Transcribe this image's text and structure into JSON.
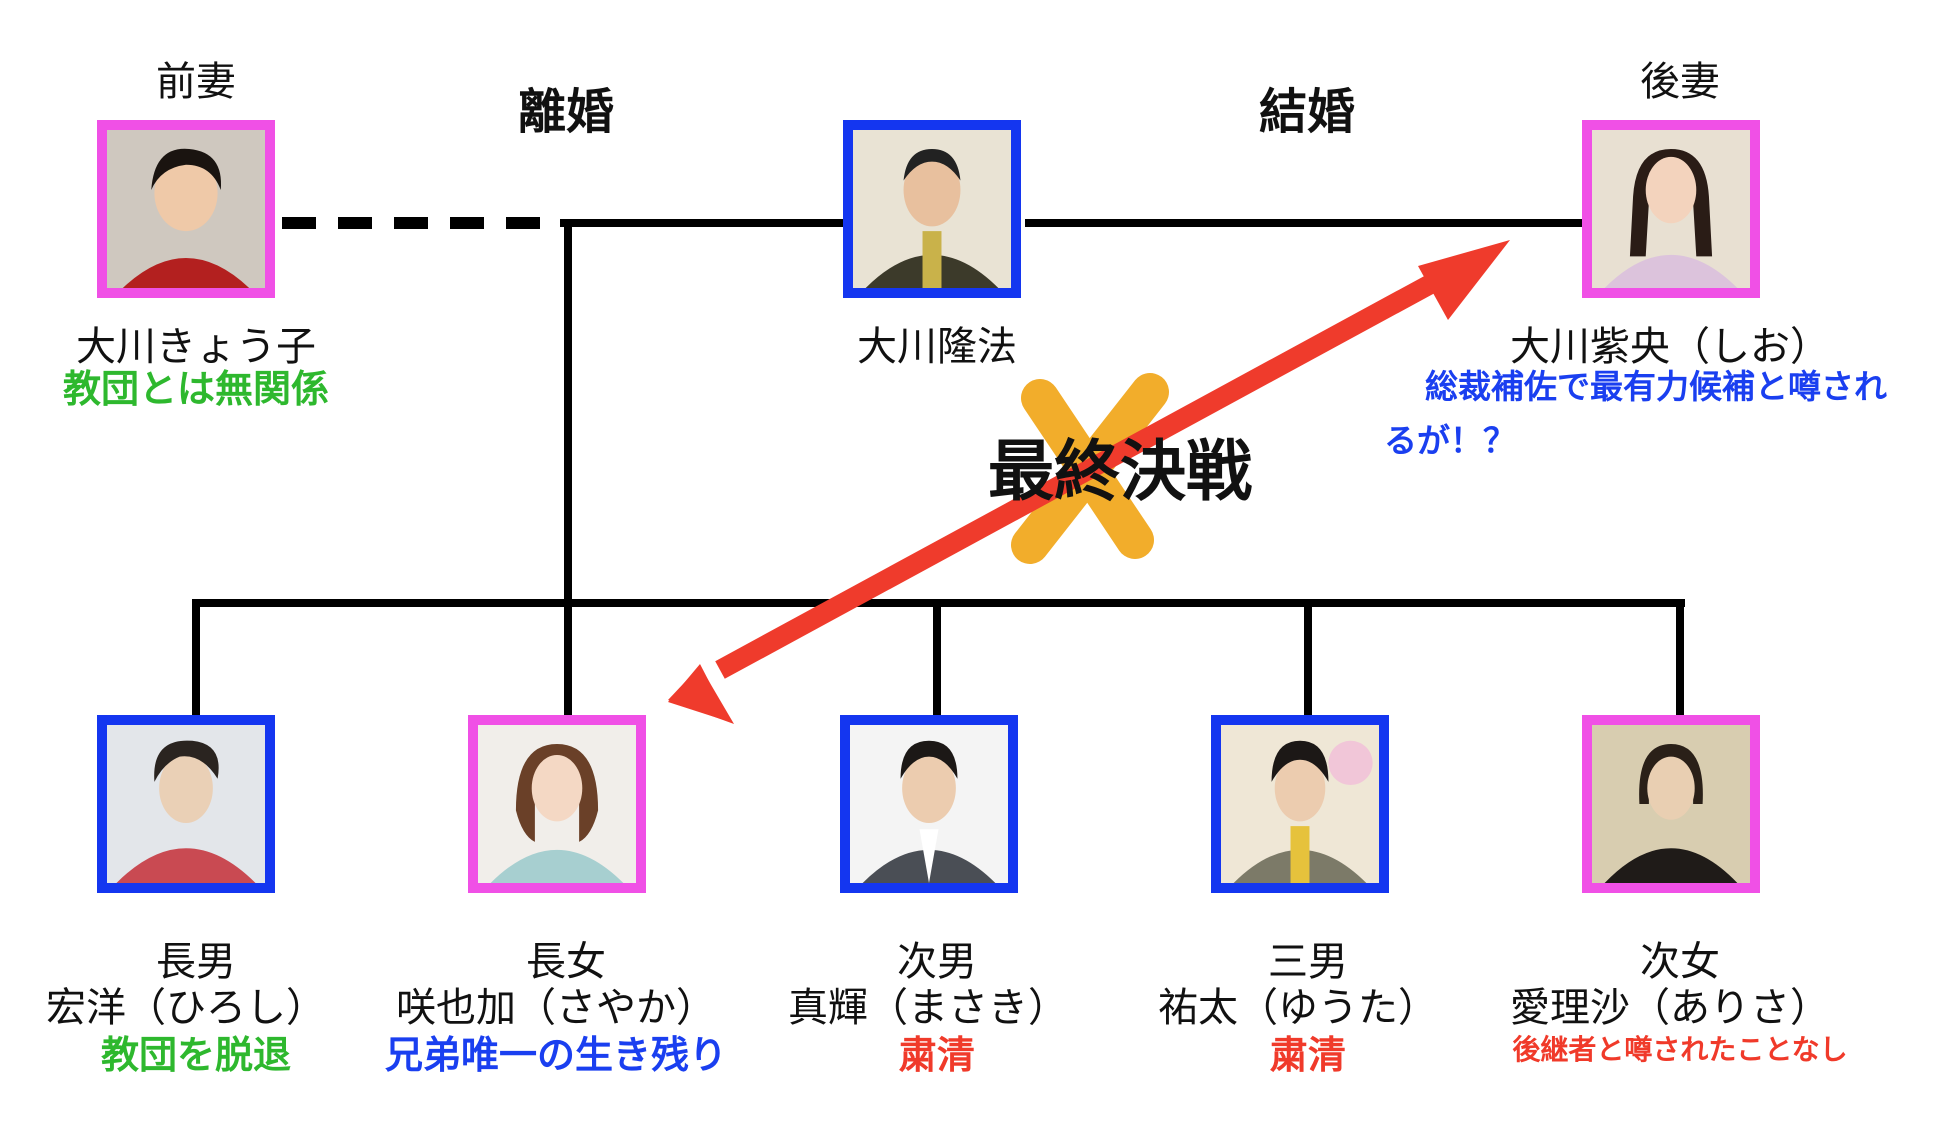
{
  "relations": {
    "divorce": "離婚",
    "marriage": "結婚"
  },
  "battle_label": "最終決戦",
  "colors": {
    "male_frame": "#1436f0",
    "female_frame": "#f050e6",
    "line": "#000000",
    "arrow": "#ef3b2c",
    "cross": "#f2ad2b",
    "note_green": "#2eb82e",
    "note_blue": "#1a3ff0",
    "note_red": "#f03a2a"
  },
  "top_row": {
    "ex_wife": {
      "role": "前妻",
      "name": "大川きょう子",
      "note": "教団とは無関係",
      "note_color": "green"
    },
    "father": {
      "name": "大川隆法"
    },
    "wife": {
      "role": "後妻",
      "name": "大川紫央（しお）",
      "note_line1": "総裁補佐で最有力候補と噂され",
      "note_line2": "るが！？",
      "note_color": "blue"
    }
  },
  "children": [
    {
      "role": "長男",
      "name": "宏洋（ひろし）",
      "note": "教団を脱退",
      "note_color": "green",
      "gender": "male",
      "icon": "person-photo"
    },
    {
      "role": "長女",
      "name": "咲也加（さやか）",
      "note": "兄弟唯一の生き残り",
      "note_color": "blue",
      "gender": "female",
      "icon": "person-photo"
    },
    {
      "role": "次男",
      "name": "真輝（まさき）",
      "note": "粛清",
      "note_color": "red",
      "gender": "male",
      "icon": "person-photo"
    },
    {
      "role": "三男",
      "name": "祐太（ゆうた）",
      "note": "粛清",
      "note_color": "red",
      "gender": "male",
      "icon": "person-photo"
    },
    {
      "role": "次女",
      "name": "愛理沙（ありさ）",
      "note": "後継者と噂されたことなし",
      "note_color": "red",
      "gender": "female",
      "icon": "person-photo"
    }
  ]
}
